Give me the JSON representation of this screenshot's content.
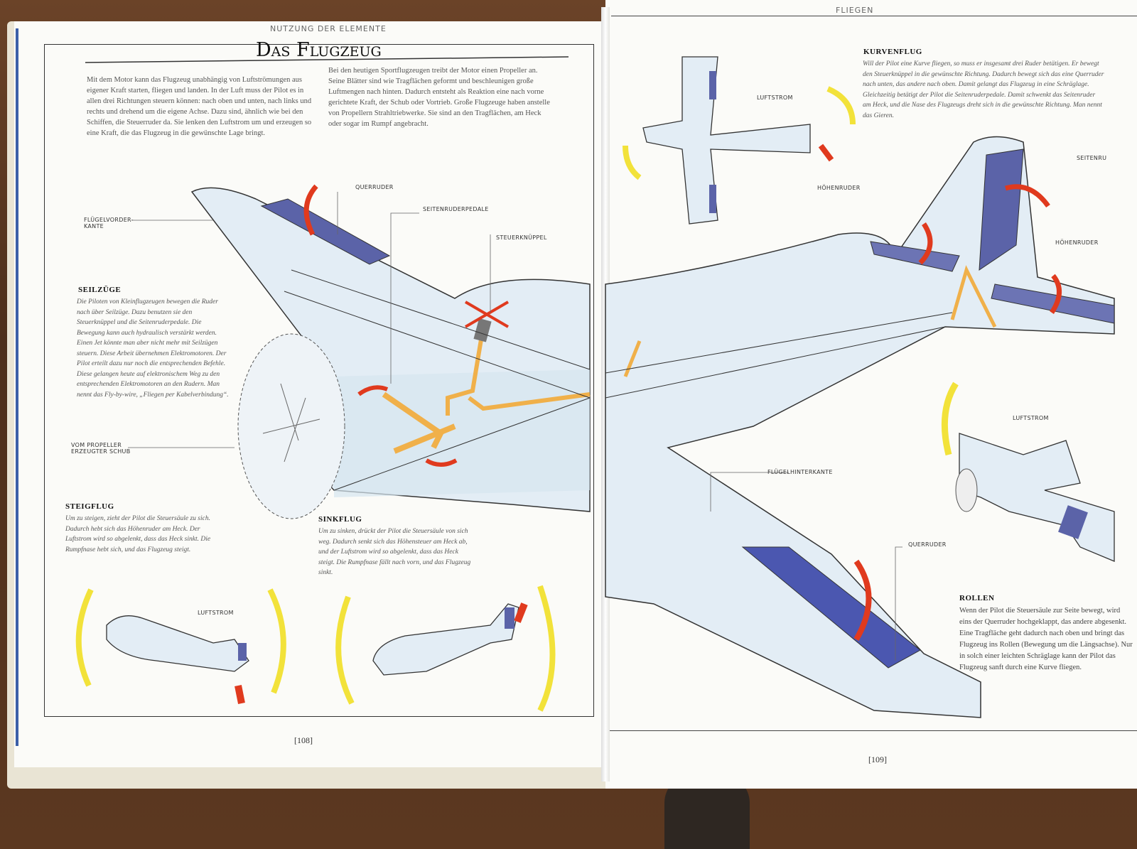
{
  "left_page": {
    "running_head": "NUTZUNG DER ELEMENTE",
    "title": "Das Flugzeug",
    "intro_col1": "Mit dem Motor kann das Flugzeug unabhängig von Luftströmungen aus eigener Kraft starten, fliegen und landen. In der Luft muss der Pilot es in allen drei Richtungen steuern können: nach oben und unten, nach links und rechts und drehend um die eigene Achse. Dazu sind, ähnlich wie bei den Schiffen, die Steuerruder da. Sie lenken den Luftstrom um und erzeugen so eine Kraft, die das Flugzeug in die gewünschte Lage bringt.",
    "intro_col2": "Bei den heutigen Sportflugzeugen treibt der Motor einen Propeller an. Seine Blätter sind wie Tragflächen geformt und beschleunigen große Luftmengen nach hinten. Dadurch entsteht als Reaktion eine nach vorne gerichtete Kraft, der Schub oder Vortrieb. Große Flugzeuge haben anstelle von Propellern Strahltriebwerke. Sie sind an den Tragflächen, am Heck oder sogar im Rumpf angebracht.",
    "labels": {
      "querruder": "QUERRUDER",
      "seitenruderpedale": "SEITENRUDERPEDALE",
      "steuerknueppel": "STEUERKNÜPPEL",
      "fluegelvorderkante": "FLÜGELVORDER-\nKANTE",
      "schub": "VOM PROPELLER\nERZEUGTER SCHUB",
      "luftstrom": "LUFTSTROM"
    },
    "seilzuege": {
      "heading": "SEILZÜGE",
      "text": "Die Piloten von Kleinflugzeugen bewegen die Ruder nach über Seilzüge. Dazu benutzen sie den Steuerknüppel und die Seitenruderpedale. Die Bewegung kann auch hydraulisch verstärkt werden. Einen Jet könnte man aber nicht mehr mit Seilzügen steuern. Diese Arbeit übernehmen Elektromotoren. Der Pilot erteilt dazu nur noch die entsprechenden Befehle. Diese gelangen heute auf elektronischem Weg zu den entsprechenden Elektromotoren an den Rudern. Man nennt das Fly-by-wire, „Fliegen per Kabelverbindung“."
    },
    "steigflug": {
      "heading": "STEIGFLUG",
      "text": "Um zu steigen, zieht der Pilot die Steuersäule zu sich. Dadurch hebt sich das Höhenruder am Heck. Der Luftstrom wird so abgelenkt, dass das Heck sinkt. Die Rumpfnase hebt sich, und das Flugzeug steigt."
    },
    "sinkflug": {
      "heading": "SINKFLUG",
      "text": "Um zu sinken, drückt der Pilot die Steuersäule von sich weg. Dadurch senkt sich das Höhensteuer am Heck ab, und der Luftstrom wird so abgelenkt, dass das Heck steigt. Die Rumpfnase fällt nach vorn, und das Flugzeug sinkt."
    },
    "page_number": "[108]"
  },
  "right_page": {
    "running_head": "FLIEGEN",
    "kurvenflug": {
      "heading": "KURVENFLUG",
      "text": "Will der Pilot eine Kurve fliegen, so muss er insgesamt drei Ruder betätigen. Er bewegt den Steuerknüppel in die gewünschte Richtung. Dadurch bewegt sich das eine Querruder nach unten, das andere nach oben. Damit gelangt das Flugzeug in eine Schräglage. Gleichzeitig betätigt der Pilot die Seitenruderpedale. Damit schwenkt das Seitenruder am Heck, und die Nase des Flugzeugs dreht sich in die gewünschte Richtung. Man nennt das Gieren."
    },
    "labels": {
      "luftstrom_top": "LUFTSTROM",
      "hoehenruder_left": "HÖHENRUDER",
      "seitenruder": "SEITENRU",
      "hoehenruder_right": "HÖHENRUDER",
      "luftstrom_right": "LUFTSTROM",
      "fluegelhinterkante": "FLÜGELHINTERKANTE",
      "querruder": "QUERRUDER"
    },
    "rollen": {
      "heading": "ROLLEN",
      "text": "Wenn der Pilot die Steuersäule zur Seite bewegt, wird eins der Querruder hochgeklappt, das andere abgesenkt. Eine Tragfläche geht dadurch nach oben und bringt das Flugzeug ins Rollen (Bewegung um die Längsachse). Nur in solch einer leichten Schräglage kann der Pilot das Flugzeug sanft durch eine Kurve fliegen."
    },
    "page_number": "[109]"
  },
  "colors": {
    "paper": "#fbfbf8",
    "aileron_blue": "#5b63a8",
    "arrow_red": "#e03a1e",
    "arrow_yellow": "#f2e23a",
    "linkage_orange": "#f0b04a",
    "fuselage_blue": "#dbe8f2"
  }
}
